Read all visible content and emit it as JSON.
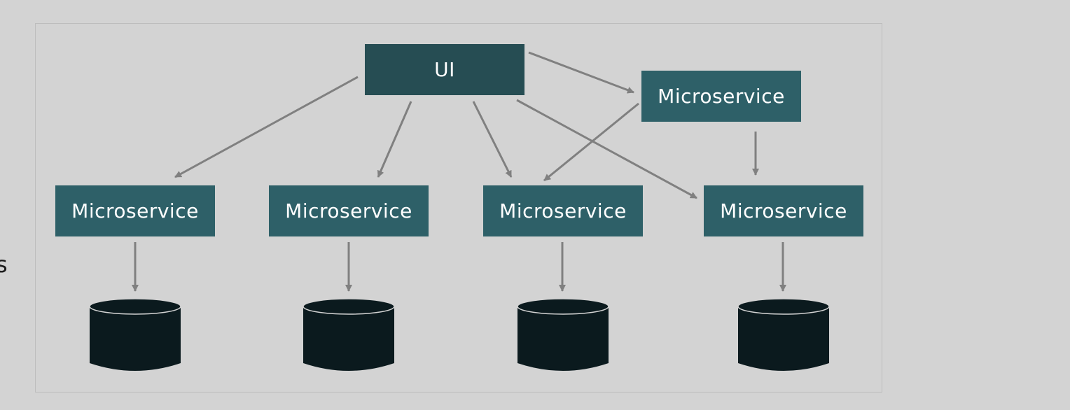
{
  "diagram": {
    "left_edge_text": "s",
    "nodes": {
      "ui": {
        "label": "UI"
      },
      "ms_top": {
        "label": "Microservice"
      },
      "ms1": {
        "label": "Microservice"
      },
      "ms2": {
        "label": "Microservice"
      },
      "ms3": {
        "label": "Microservice"
      },
      "ms4": {
        "label": "Microservice"
      }
    },
    "colors": {
      "background": "#d3d3d3",
      "ui_box": "#264d53",
      "service_box": "#2e6068",
      "database": "#0b1a1e",
      "arrow": "#808080",
      "label_text": "#ffffff"
    }
  }
}
